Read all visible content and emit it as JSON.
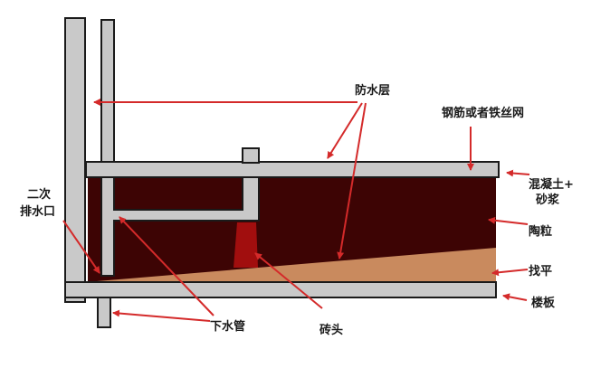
{
  "labels": {
    "waterproof_layer": "防水层",
    "steel_mesh": "钢筋或者铁丝网",
    "concrete_mortar_line1": "混凝土+",
    "concrete_mortar_line2": "砂浆",
    "ceramsite": "陶粒",
    "leveling": "找平",
    "floor_slab": "楼板",
    "secondary_drain_line1": "二次",
    "secondary_drain_line2": "排水口",
    "drain_pipe": "下水管",
    "brick": "砖头"
  },
  "colors": {
    "fill_layer": "#3d0404",
    "leveling": "#c98a5e",
    "brick": "#a10e0e",
    "structure": "#c9c9c9",
    "outline": "#1a1a1a",
    "leader": "#d42a2a"
  }
}
